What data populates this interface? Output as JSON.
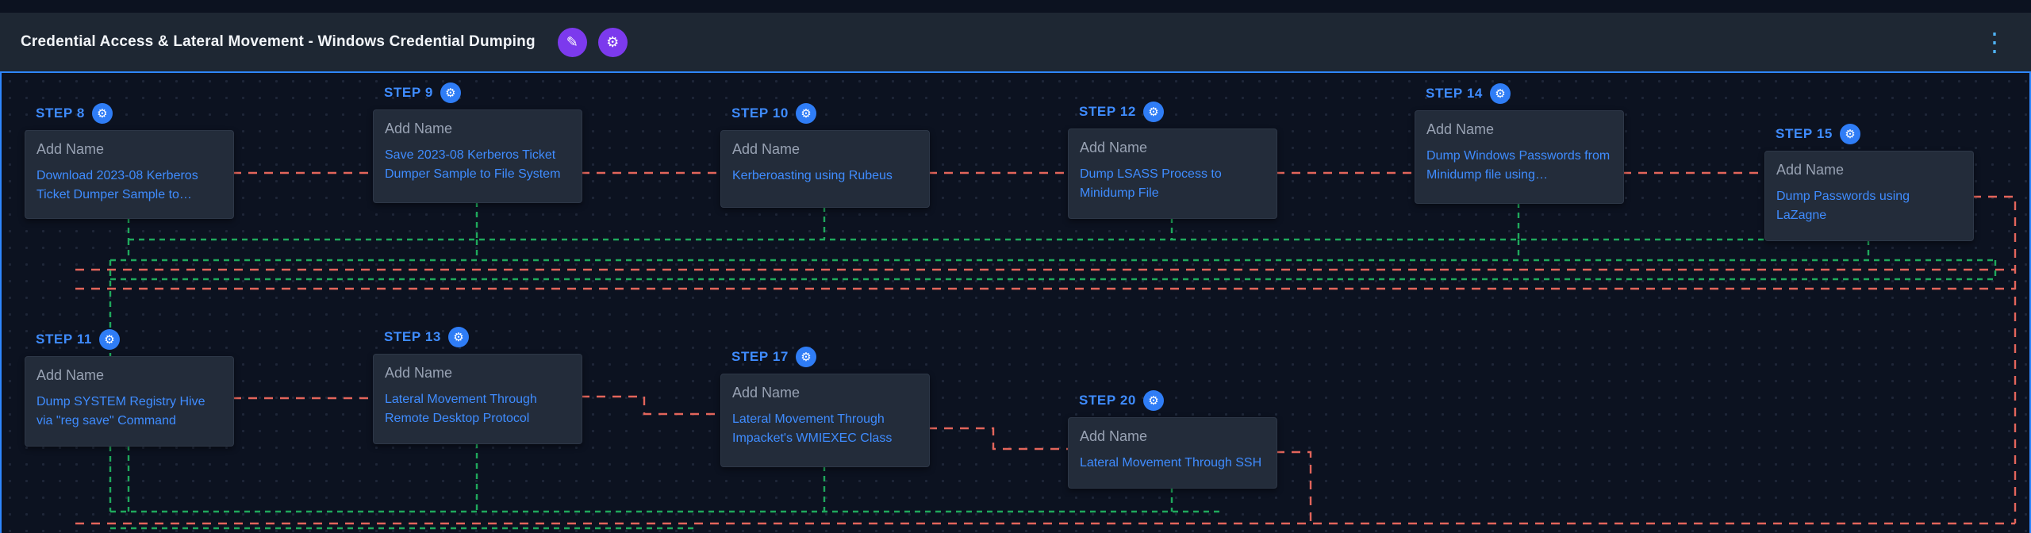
{
  "header": {
    "title": "Credential Access & Lateral Movement - Windows Credential Dumping"
  },
  "icons": {
    "edit": "✎",
    "settings": "⚙",
    "step_settings": "⚙",
    "overflow": "⋮"
  },
  "colors": {
    "edge_success": "#1fa95c",
    "edge_failure": "#e3655b",
    "accent_blue": "#2f81f7",
    "button_purple": "#7c3aed",
    "canvas_border": "#2e86ff"
  },
  "steps": [
    {
      "label": "STEP 8",
      "placeholder": "Add Name",
      "name": "Download 2023-08 Kerberos Ticket Dumper Sample to…"
    },
    {
      "label": "STEP 9",
      "placeholder": "Add Name",
      "name": "Save 2023-08 Kerberos Ticket Dumper Sample to File System"
    },
    {
      "label": "STEP 10",
      "placeholder": "Add Name",
      "name": "Kerberoasting using Rubeus"
    },
    {
      "label": "STEP 12",
      "placeholder": "Add Name",
      "name": "Dump LSASS Process to Minidump File"
    },
    {
      "label": "STEP 14",
      "placeholder": "Add Name",
      "name": "Dump Windows Passwords from Minidump file using…"
    },
    {
      "label": "STEP 15",
      "placeholder": "Add Name",
      "name": "Dump Passwords using LaZagne"
    },
    {
      "label": "STEP 11",
      "placeholder": "Add Name",
      "name": "Dump SYSTEM Registry Hive via \"reg save\" Command"
    },
    {
      "label": "STEP 13",
      "placeholder": "Add Name",
      "name": "Lateral Movement Through Remote Desktop Protocol"
    },
    {
      "label": "STEP 17",
      "placeholder": "Add Name",
      "name": "Lateral Movement Through Impacket's WMIEXEC Class"
    },
    {
      "label": "STEP 20",
      "placeholder": "Add Name",
      "name": "Lateral Movement Through SSH"
    }
  ]
}
